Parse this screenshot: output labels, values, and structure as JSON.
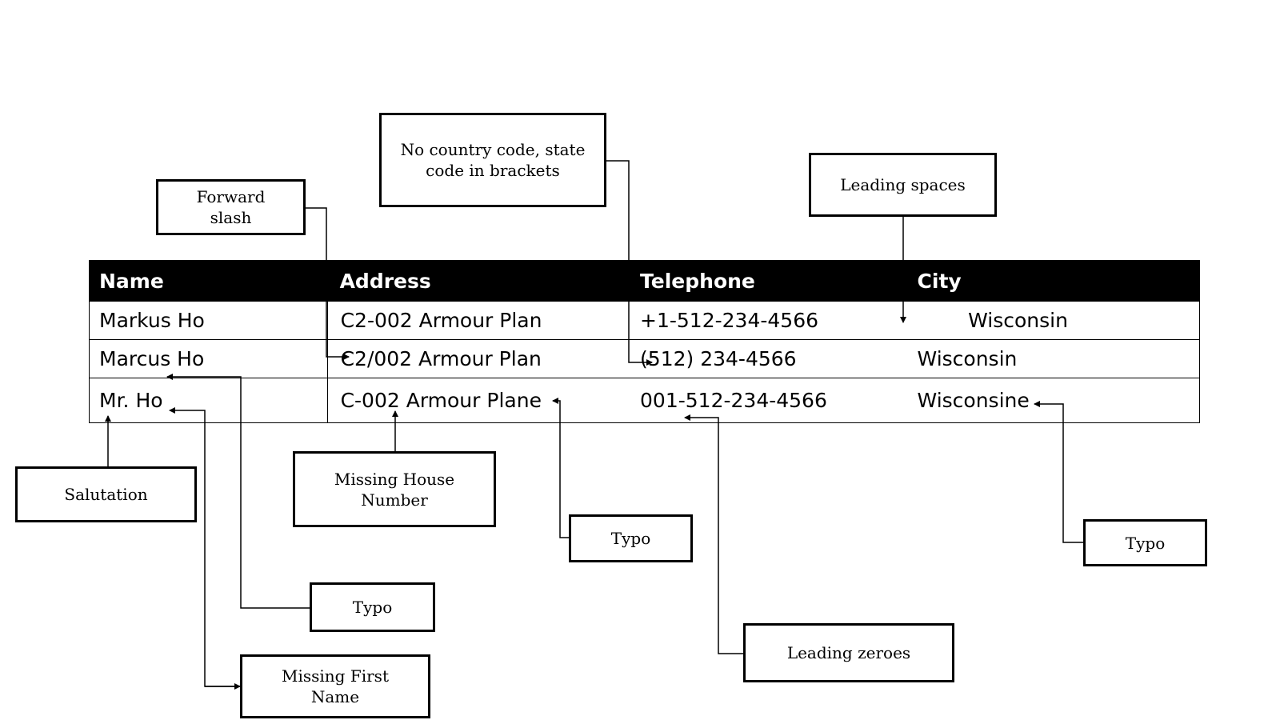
{
  "table": {
    "headers": [
      "Name",
      "Address",
      "Telephone",
      "City"
    ],
    "rows": [
      [
        "Markus Ho",
        "C2-002 Armour Plan",
        "+1-512-234-4566",
        "        Wisconsin"
      ],
      [
        "Marcus Ho",
        "C2/002 Armour Plan",
        "(512) 234-4566",
        "Wisconsin"
      ],
      [
        "Mr. Ho",
        "C-002 Armour Plane",
        "001-512-234-4566",
        "Wisconsine"
      ]
    ]
  },
  "annotations": {
    "forward_slash": "Forward\nslash",
    "no_country_code": "No country code, state\ncode in brackets",
    "leading_spaces": "Leading spaces",
    "salutation": "Salutation",
    "missing_house_number": "Missing House\nNumber",
    "typo_address": "Typo",
    "typo_city": "Typo",
    "typo_name": "Typo",
    "leading_zeroes": "Leading zeroes",
    "missing_first_name": "Missing First\nName"
  }
}
